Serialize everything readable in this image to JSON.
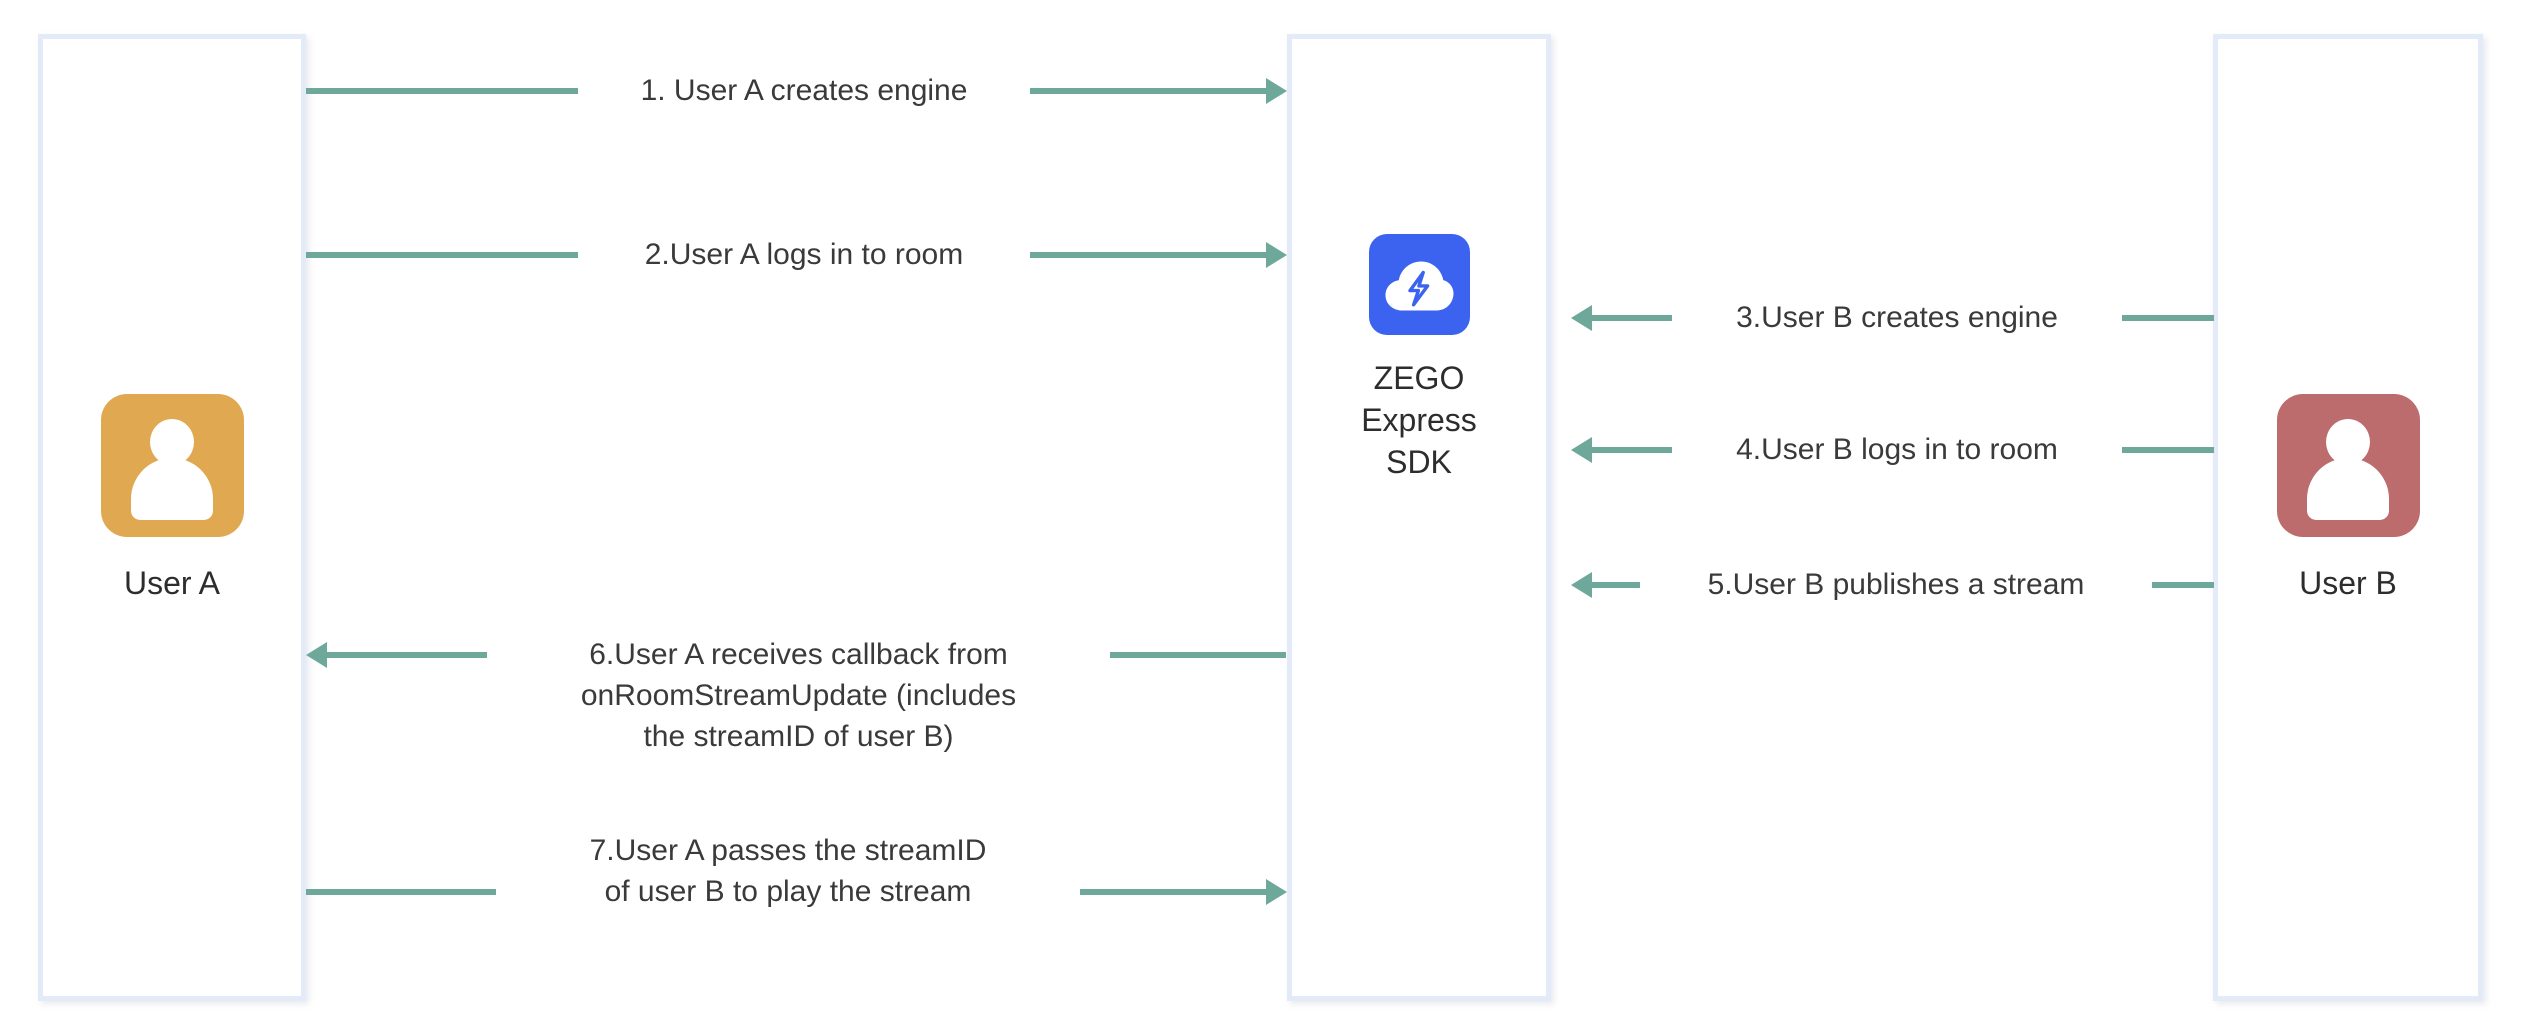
{
  "diagram": {
    "title": "ZEGO Express SDK publish/play sequence",
    "type": "sequence-diagram",
    "background": "#ffffff",
    "arrow_color": "#6da89a",
    "column_border_color": "#e3eaf8",
    "text_color": "#3a3a3a"
  },
  "actors": {
    "user_a": {
      "label": "User A",
      "avatar_icon": "user-avatar-icon",
      "avatar_color": "#e0a951"
    },
    "sdk": {
      "logo_icon": "zego-cloud-lightning-icon",
      "logo_color": "#3c63f0",
      "caption_lines": [
        "ZEGO",
        "Express",
        "SDK"
      ]
    },
    "user_b": {
      "label": "User B",
      "avatar_icon": "user-avatar-icon",
      "avatar_color": "#bd6c6e"
    }
  },
  "messages": [
    {
      "id": 1,
      "lines": [
        "1. User A creates engine"
      ],
      "from": "user_a",
      "to": "sdk",
      "direction": "right"
    },
    {
      "id": 2,
      "lines": [
        "2.User A logs in to room"
      ],
      "from": "user_a",
      "to": "sdk",
      "direction": "right"
    },
    {
      "id": 3,
      "lines": [
        "3.User B creates engine"
      ],
      "from": "user_b",
      "to": "sdk",
      "direction": "left"
    },
    {
      "id": 4,
      "lines": [
        "4.User B logs in to room"
      ],
      "from": "user_b",
      "to": "sdk",
      "direction": "left"
    },
    {
      "id": 5,
      "lines": [
        "5.User B publishes a stream"
      ],
      "from": "user_b",
      "to": "sdk",
      "direction": "left"
    },
    {
      "id": 6,
      "lines": [
        "6.User A receives callback from",
        "onRoomStreamUpdate (includes",
        "the streamID of user B)"
      ],
      "from": "sdk",
      "to": "user_a",
      "direction": "left"
    },
    {
      "id": 7,
      "lines": [
        "7.User A passes the streamID",
        "of user B to play the stream"
      ],
      "from": "user_a",
      "to": "sdk",
      "direction": "right"
    }
  ]
}
